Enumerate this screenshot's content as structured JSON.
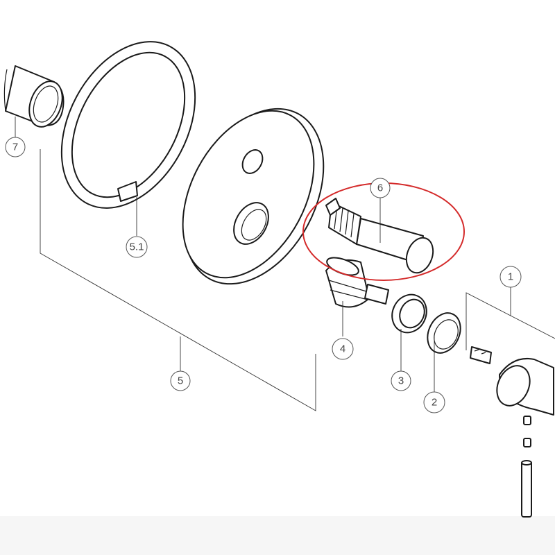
{
  "diagram": {
    "callouts": [
      {
        "id": "c7",
        "label": "7"
      },
      {
        "id": "c51",
        "label": "5.1"
      },
      {
        "id": "c5",
        "label": "5"
      },
      {
        "id": "c6",
        "label": "6"
      },
      {
        "id": "c4",
        "label": "4"
      },
      {
        "id": "c3",
        "label": "3"
      },
      {
        "id": "c2",
        "label": "2"
      },
      {
        "id": "c1",
        "label": "1"
      }
    ],
    "highlight_color": "#d42a2a"
  }
}
